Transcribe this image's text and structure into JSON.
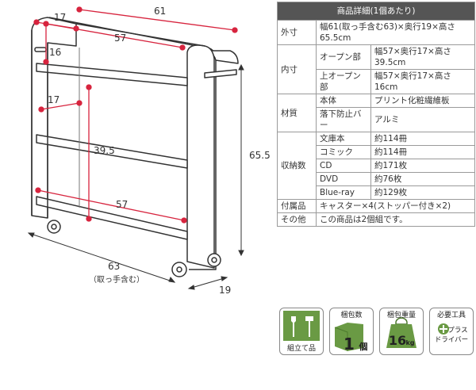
{
  "diagram": {
    "dims": {
      "width_outer": "61",
      "depth_top": "17",
      "inner_width_top": "57",
      "inner_depth_top": "16",
      "inner_depth_mid": "17",
      "inner_height_mid": "39.5",
      "inner_width_bottom": "57",
      "total_height": "65.5",
      "total_width": "63",
      "total_width_note": "（取っ手含む）",
      "total_depth": "19"
    }
  },
  "spec_table": {
    "header": "商品詳細(1個あたり)",
    "outer": {
      "label": "外寸",
      "value": "幅61(取っ手含む63)×奥行19×高さ65.5cm"
    },
    "inner": {
      "label": "内寸",
      "rows": [
        {
          "label": "オープン部",
          "value": "幅57×奥行17×高さ39.5cm"
        },
        {
          "label": "上オープン部",
          "value": "幅57×奥行17×高さ16cm"
        }
      ]
    },
    "material": {
      "label": "材質",
      "rows": [
        {
          "label": "本体",
          "value": "プリント化粧繊維板"
        },
        {
          "label": "落下防止バー",
          "value": "アルミ"
        }
      ]
    },
    "capacity": {
      "label": "収納数",
      "rows": [
        {
          "label": "文庫本",
          "value": "約114冊"
        },
        {
          "label": "コミック",
          "value": "約114冊"
        },
        {
          "label": "CD",
          "value": "約171枚"
        },
        {
          "label": "DVD",
          "value": "約76枚"
        },
        {
          "label": "Blue-ray",
          "value": "約129枚"
        }
      ]
    },
    "accessories": {
      "label": "付属品",
      "value": "キャスター×4(ストッパー付き×2)"
    },
    "other": {
      "label": "その他",
      "value": "この商品は2個組です。"
    }
  },
  "badges": [
    {
      "title": "",
      "text": "組立て品",
      "icon": "tools-icon"
    },
    {
      "title": "梱包数",
      "text": "1",
      "suffix": "個",
      "icon": "box-icon"
    },
    {
      "title": "梱包重量",
      "text": "16",
      "suffix": "kg",
      "icon": "weight-icon"
    },
    {
      "title": "必要工具",
      "text": "プラスドライバー",
      "icon": "screwdriver-icon"
    }
  ],
  "colors": {
    "dimension_line": "#d7243e",
    "badge_green": "#6a9a44",
    "header_bg": "#555555"
  }
}
